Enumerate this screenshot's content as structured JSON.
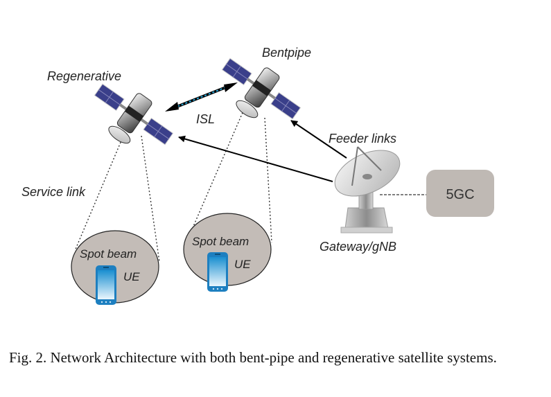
{
  "figure": {
    "labels": {
      "regenerative": "Regenerative",
      "bentpipe": "Bentpipe",
      "isl": "ISL",
      "feeder_links": "Feeder links",
      "service_link": "Service link",
      "gateway": "Gateway/gNB",
      "core": "5GC",
      "spot_beam_1": "Spot beam",
      "spot_beam_2": "Spot beam",
      "ue_1": "UE",
      "ue_2": "UE"
    },
    "colors": {
      "spot_beam_fill": "#c3bcb7",
      "core_fill": "#bfb9b4",
      "isl_dash": "#2aa7d8",
      "phone_blue": "#1d7fc0",
      "solar_panel": "#3a3f8a"
    }
  },
  "caption": "Fig. 2.  Network Architecture with both bent-pipe and regenerative satellite systems."
}
